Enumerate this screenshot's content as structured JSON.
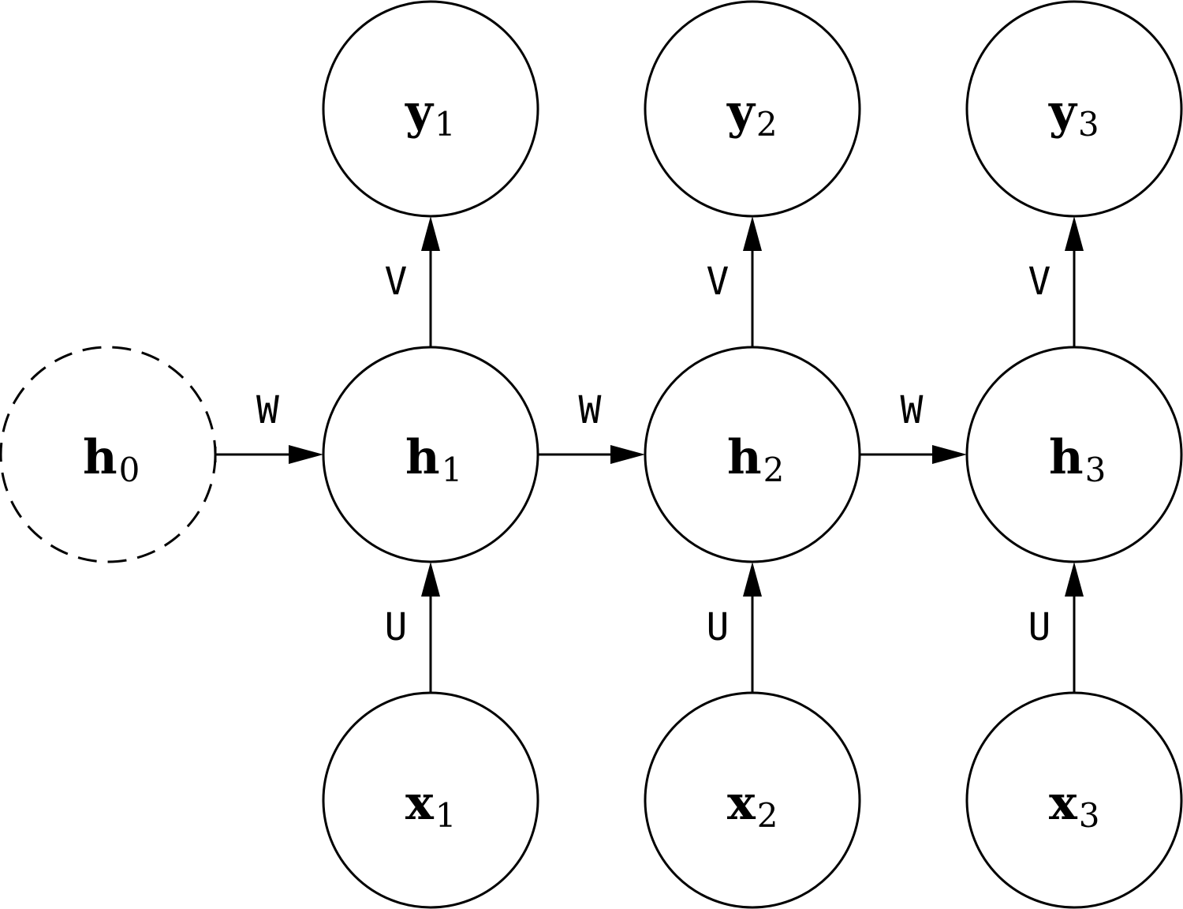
{
  "nodes": [
    {
      "id": "h0",
      "main": "h",
      "sub": "0",
      "dashed": true
    },
    {
      "id": "h1",
      "main": "h",
      "sub": "1",
      "dashed": false
    },
    {
      "id": "h2",
      "main": "h",
      "sub": "2",
      "dashed": false
    },
    {
      "id": "h3",
      "main": "h",
      "sub": "3",
      "dashed": false
    },
    {
      "id": "y1",
      "main": "y",
      "sub": "1",
      "dashed": false
    },
    {
      "id": "y2",
      "main": "y",
      "sub": "2",
      "dashed": false
    },
    {
      "id": "y3",
      "main": "y",
      "sub": "3",
      "dashed": false
    },
    {
      "id": "x1",
      "main": "x",
      "sub": "1",
      "dashed": false
    },
    {
      "id": "x2",
      "main": "x",
      "sub": "2",
      "dashed": false
    },
    {
      "id": "x3",
      "main": "x",
      "sub": "3",
      "dashed": false
    }
  ],
  "edges": [
    {
      "from": "h0",
      "to": "h1",
      "label": "W",
      "tail_bar": true
    },
    {
      "from": "h1",
      "to": "h2",
      "label": "W",
      "tail_bar": false
    },
    {
      "from": "h2",
      "to": "h3",
      "label": "W",
      "tail_bar": false
    },
    {
      "from": "h1",
      "to": "y1",
      "label": "V",
      "tail_bar": false
    },
    {
      "from": "h2",
      "to": "y2",
      "label": "V",
      "tail_bar": false
    },
    {
      "from": "h3",
      "to": "y3",
      "label": "V",
      "tail_bar": false
    },
    {
      "from": "x1",
      "to": "h1",
      "label": "U",
      "tail_bar": false
    },
    {
      "from": "x2",
      "to": "h2",
      "label": "U",
      "tail_bar": false
    },
    {
      "from": "x3",
      "to": "h3",
      "label": "U",
      "tail_bar": false
    }
  ]
}
